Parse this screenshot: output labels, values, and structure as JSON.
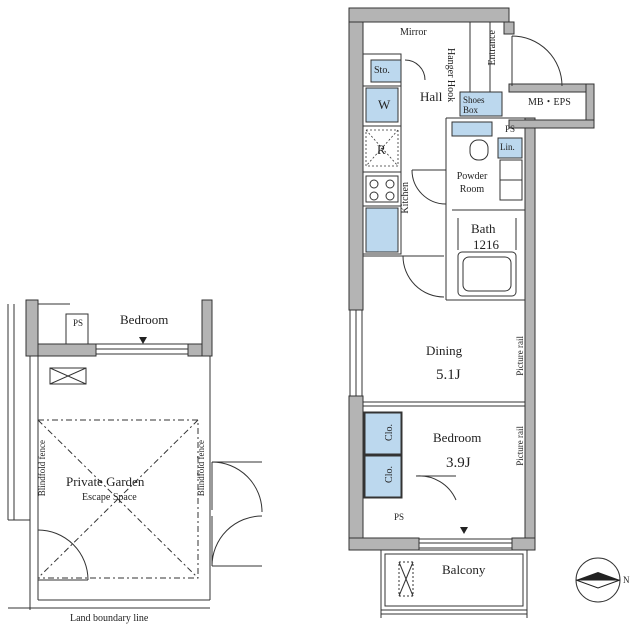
{
  "unit_plan": {
    "labels": {
      "mirror": "Mirror",
      "storage": "Sto.",
      "washer": "W",
      "refrigerator": "R",
      "hanger_hook": "Hanger Hook",
      "entrance": "Entrance",
      "hall": "Hall",
      "shoes_box": "Shoes Box",
      "mb_eps": "MB・EPS",
      "ps_top": "PS",
      "linen": "Lin.",
      "powder_room": "Powder Room",
      "kitchen": "Kitchen",
      "bath": "Bath",
      "bath_size": "1216",
      "dining": "Dining",
      "dining_size": "5.1J",
      "picture_rail_dining": "Picture rail",
      "closet_upper": "Clo.",
      "closet_lower": "Clo.",
      "bedroom": "Bedroom",
      "bedroom_size": "3.9J",
      "picture_rail_bedroom": "Picture rail",
      "ps_bottom": "PS",
      "balcony": "Balcony"
    },
    "compass_letter": "N"
  },
  "garden_plan": {
    "labels": {
      "ps": "PS",
      "bedroom": "Bedroom",
      "private_garden": "Private Garden",
      "escape_space": "Escape Space",
      "blindfold_fence_left": "Blindfold fence",
      "blindfold_fence_right": "Blindfold fence",
      "land_boundary": "Land boundary line"
    }
  },
  "colors": {
    "wall": "#b4b4b4",
    "line": "#333333",
    "blue": "#bcd8ee"
  }
}
